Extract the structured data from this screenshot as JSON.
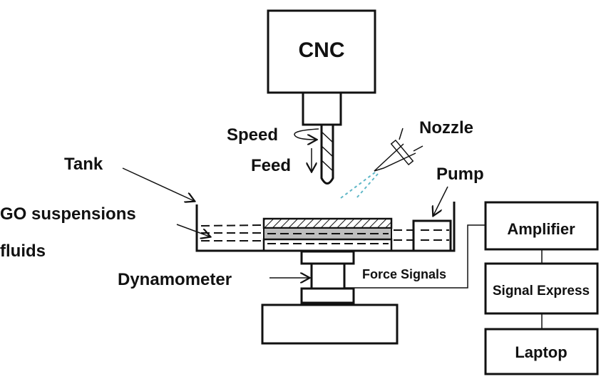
{
  "labels": {
    "cnc": "CNC",
    "speed": "Speed",
    "feed": "Feed",
    "nozzle": "Nozzle",
    "pump": "Pump",
    "tank": "Tank",
    "go_line1": "GO suspensions",
    "go_line2": "fluids",
    "dynamometer": "Dynamometer",
    "force_signals": "Force Signals",
    "amplifier": "Amplifier",
    "signal_express": "Signal Express",
    "laptop": "Laptop"
  },
  "colors": {
    "spray": "#5fb7c7",
    "workpiece_layer": "#bdbdbd"
  }
}
